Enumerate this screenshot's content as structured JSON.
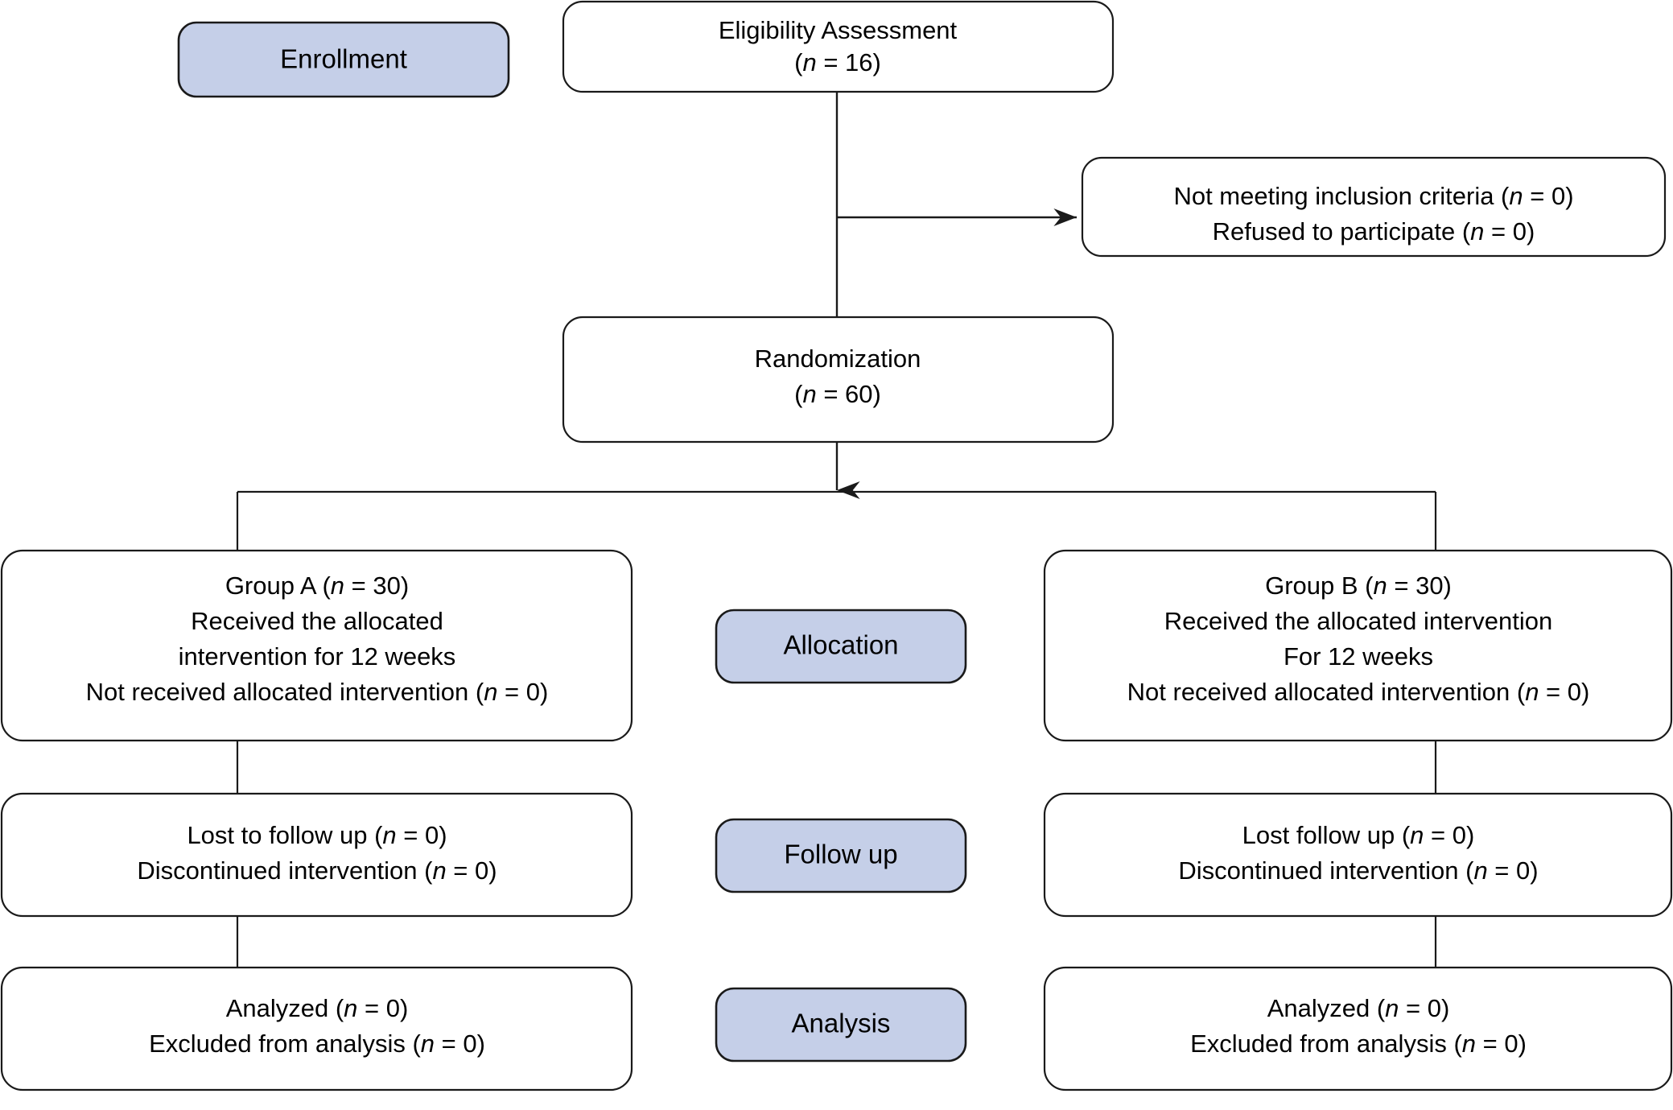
{
  "diagram": {
    "type": "consort-flow-diagram",
    "accent_color": "#c5cfe8",
    "border_color": "#1a1a1a",
    "background_color": "#ffffff",
    "stage_labels": {
      "enrollment": "Enrollment",
      "allocation": "Allocation",
      "follow_up": "Follow up",
      "analysis": "Analysis"
    },
    "nodes": {
      "eligibility": {
        "line1": "Eligibility Assessment",
        "line2_pre": "(",
        "line2_italic": "n",
        "line2_post": " = 16)"
      },
      "excluded": {
        "line1_pre": "Not meeting inclusion criteria (",
        "line1_italic": "n",
        "line1_post": " = 0)",
        "line2_pre": "Refused to participate (",
        "line2_italic": "n",
        "line2_post": " = 0)"
      },
      "randomization": {
        "line1": "Randomization",
        "line2_pre": "(",
        "line2_italic": "n",
        "line2_post": " = 60)"
      },
      "group_a": {
        "line1_pre": "Group A (",
        "line1_italic": "n",
        "line1_post": " = 30)",
        "line2": "Received the allocated",
        "line3": "intervention for 12 weeks",
        "line4_pre": "Not received allocated intervention (",
        "line4_italic": "n",
        "line4_post": " = 0)"
      },
      "group_b": {
        "line1_pre": "Group B (",
        "line1_italic": "n",
        "line1_post": " = 30)",
        "line2": "Received the allocated intervention",
        "line3": "For 12 weeks",
        "line4_pre": "Not received allocated intervention (",
        "line4_italic": "n",
        "line4_post": " = 0)"
      },
      "followup_a": {
        "line1_pre": "Lost to follow up (",
        "line1_italic": "n",
        "line1_post": " = 0)",
        "line2_pre": "Discontinued intervention (",
        "line2_italic": "n",
        "line2_post": " = 0)"
      },
      "followup_b": {
        "line1_pre": "Lost follow up (",
        "line1_italic": "n",
        "line1_post": " = 0)",
        "line2_pre": "Discontinued intervention (",
        "line2_italic": "n",
        "line2_post": " = 0)"
      },
      "analysis_a": {
        "line1_pre": "Analyzed (",
        "line1_italic": "n",
        "line1_post": " = 0)",
        "line2_pre": "Excluded from analysis (",
        "line2_italic": "n",
        "line2_post": " = 0)"
      },
      "analysis_b": {
        "line1_pre": "Analyzed (",
        "line1_italic": "n",
        "line1_post": " = 0)",
        "line2_pre": "Excluded from analysis (",
        "line2_italic": "n",
        "line2_post": " = 0)"
      }
    }
  }
}
